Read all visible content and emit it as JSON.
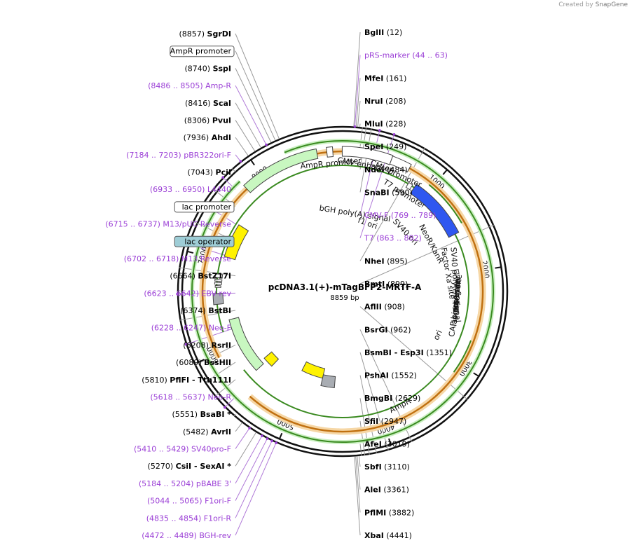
{
  "credit": {
    "prefix": "Created by",
    "brand": "SnapGene"
  },
  "plasmid": {
    "name": "pcDNA3.1(+)-mTagBFP2-MRTF-A",
    "size_label": "8859 bp",
    "length": 8859
  },
  "colors": {
    "primer": "#9b3fd6",
    "site": "#000000",
    "promoter": "#ffffff",
    "operator": "#9ecdd6",
    "cds_green": "#c8f7c0",
    "tagbfp": "#2f57f0",
    "origin": "#fff200",
    "polyA": "#a9adb3",
    "orf": "#f0a020"
  },
  "ticks": [
    "1000",
    "2000",
    "3000",
    "4000",
    "5000",
    "6000",
    "7000",
    "8000"
  ],
  "features": [
    {
      "name": "AmpR promoter",
      "type": "promoter"
    },
    {
      "name": "AmpR",
      "type": "cds"
    },
    {
      "name": "ori",
      "type": "origin"
    },
    {
      "name": "CAP binding site",
      "type": "misc"
    },
    {
      "name": "lac promoter",
      "type": "promoter"
    },
    {
      "name": "lac operator",
      "type": "operator"
    },
    {
      "name": "M13 rev",
      "type": "primer_bind"
    },
    {
      "name": "SV40 poly(A) signal",
      "type": "polyA"
    },
    {
      "name": "NeoR/KanR",
      "type": "cds"
    },
    {
      "name": "SV40 ori",
      "type": "origin"
    },
    {
      "name": "f1 ori",
      "type": "origin"
    },
    {
      "name": "bGH poly(A) signal",
      "type": "polyA"
    },
    {
      "name": "CMV enhancer",
      "type": "enhancer"
    },
    {
      "name": "CMV promoter",
      "type": "promoter"
    },
    {
      "name": "T7 promoter",
      "type": "promoter"
    },
    {
      "name": "TagBFP",
      "type": "cds"
    },
    {
      "name": "Factor Xa site",
      "type": "misc"
    }
  ],
  "labels_left": [
    {
      "pos": "(8857)",
      "name": "SgrDI"
    },
    {
      "pos": "",
      "name": "AmpR promoter",
      "boxed": true
    },
    {
      "pos": "(8740)",
      "name": "SspI"
    },
    {
      "pos": "(8486 .. 8505)",
      "name": "Amp-R",
      "primer": true
    },
    {
      "pos": "(8416)",
      "name": "ScaI"
    },
    {
      "pos": "(8306)",
      "name": "PvuI"
    },
    {
      "pos": "(7936)",
      "name": "AhdI"
    },
    {
      "pos": "(7184 .. 7203)",
      "name": "pBR322ori-F",
      "primer": true
    },
    {
      "pos": "(7043)",
      "name": "PciI"
    },
    {
      "pos": "(6933 .. 6950)",
      "name": "L4440",
      "primer": true
    },
    {
      "pos": "",
      "name": "lac promoter",
      "boxed": true
    },
    {
      "pos": "(6715 .. 6737)",
      "name": "M13/pUC Reverse",
      "primer": true
    },
    {
      "pos": "",
      "name": "lac operator",
      "boxed": true,
      "filled": true
    },
    {
      "pos": "(6702 .. 6718)",
      "name": "M13 Reverse",
      "primer": true
    },
    {
      "pos": "(6664)",
      "name": "BstZ17I"
    },
    {
      "pos": "(6623 .. 6642)",
      "name": "EBV-rev",
      "primer": true
    },
    {
      "pos": "(6374)",
      "name": "BstBI"
    },
    {
      "pos": "(6228 .. 6247)",
      "name": "Neo-F",
      "primer": true
    },
    {
      "pos": "(6208)",
      "name": "RsrII"
    },
    {
      "pos": "(6089)",
      "name": "BssHII"
    },
    {
      "pos": "(5810)",
      "name": "PflFI - Tth111I"
    },
    {
      "pos": "(5618 .. 5637)",
      "name": "Neo-R",
      "primer": true
    },
    {
      "pos": "(5551)",
      "name": "BsaBI *"
    },
    {
      "pos": "(5482)",
      "name": "AvrII"
    },
    {
      "pos": "(5410 .. 5429)",
      "name": "SV40pro-F",
      "primer": true
    },
    {
      "pos": "(5270)",
      "name": "CsiI - SexAI *"
    },
    {
      "pos": "(5184 .. 5204)",
      "name": "pBABE 3'",
      "primer": true
    },
    {
      "pos": "(5044 .. 5065)",
      "name": "F1ori-F",
      "primer": true
    },
    {
      "pos": "(4835 .. 4854)",
      "name": "F1ori-R",
      "primer": true
    },
    {
      "pos": "(4472 .. 4489)",
      "name": "BGH-rev",
      "primer": true
    }
  ],
  "labels_right": [
    {
      "name": "BglII",
      "pos": "(12)"
    },
    {
      "name": "pRS-marker",
      "pos": "(44 .. 63)",
      "primer": true
    },
    {
      "name": "MfeI",
      "pos": "(161)"
    },
    {
      "name": "NruI",
      "pos": "(208)"
    },
    {
      "name": "MluI",
      "pos": "(228)"
    },
    {
      "name": "SpeI",
      "pos": "(249)"
    },
    {
      "name": "NdeI",
      "pos": "(484)"
    },
    {
      "name": "SnaBI",
      "pos": "(590)"
    },
    {
      "name": "CMV-F",
      "pos": "(769 .. 789)",
      "primer": true
    },
    {
      "name": "T7",
      "pos": "(863 .. 882)",
      "primer": true
    },
    {
      "name": "NheI",
      "pos": "(895)"
    },
    {
      "name": "BmtI",
      "pos": "(899)"
    },
    {
      "name": "AflII",
      "pos": "(908)"
    },
    {
      "name": "BsrGI",
      "pos": "(962)"
    },
    {
      "name": "BsmBI - Esp3I",
      "pos": "(1351)"
    },
    {
      "name": "PshAI",
      "pos": "(1552)"
    },
    {
      "name": "BmgBI",
      "pos": "(2629)"
    },
    {
      "name": "SfiI",
      "pos": "(2947)"
    },
    {
      "name": "AfeI",
      "pos": "(3019)"
    },
    {
      "name": "SbfI",
      "pos": "(3110)"
    },
    {
      "name": "AleI",
      "pos": "(3361)"
    },
    {
      "name": "PflMI",
      "pos": "(3882)"
    },
    {
      "name": "XbaI",
      "pos": "(4441)"
    }
  ]
}
